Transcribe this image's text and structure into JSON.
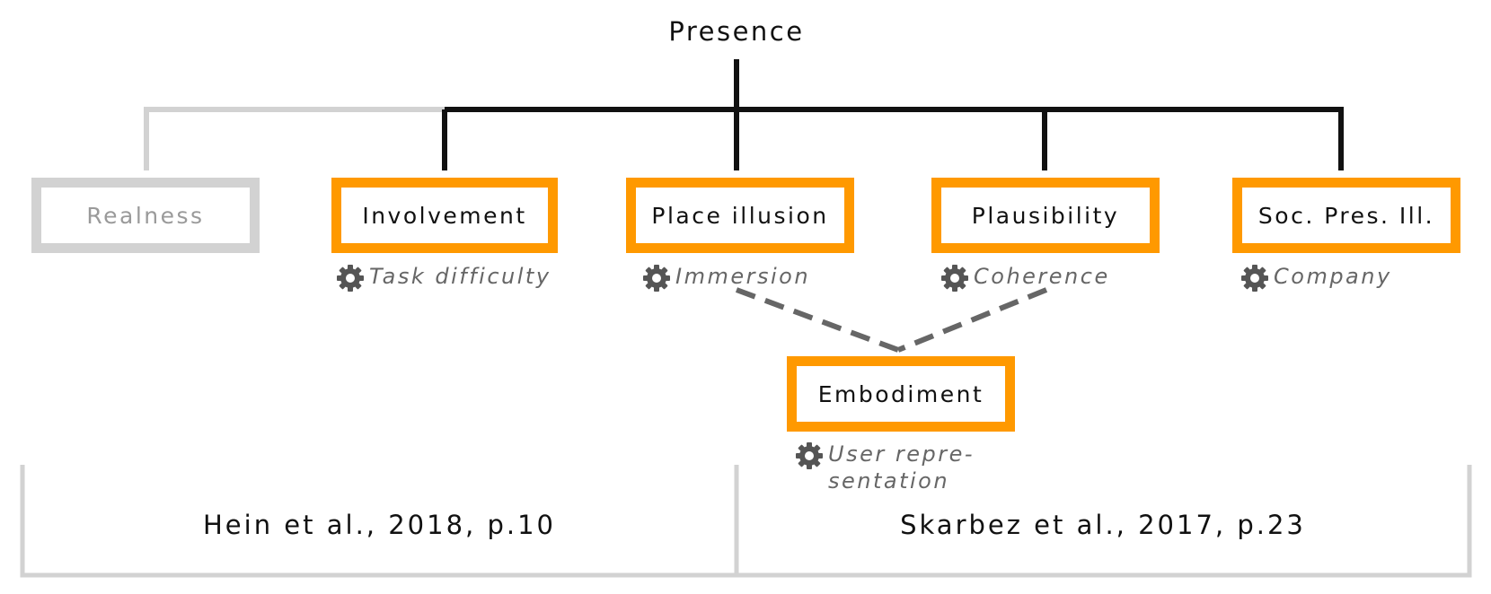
{
  "title": "Presence",
  "nodes": {
    "realness": "Realness",
    "involvement": "Involvement",
    "place_illusion": "Place illusion",
    "plausibility": "Plausibility",
    "social_presence": "Soc. Pres. Ill.",
    "embodiment": "Embodiment"
  },
  "factors": {
    "task_difficulty": "Task difficulty",
    "immersion": "Immersion",
    "coherence": "Coherence",
    "company": "Company",
    "user_representation_1": "User repre-",
    "user_representation_2": "sentation"
  },
  "references": {
    "left": "Hein et al., 2018, p.10",
    "right": "Skarbez et al., 2017, p.23"
  },
  "colors": {
    "accent": "#ff9900",
    "muted": "#d2d2d2",
    "line": "#111111",
    "dashed": "#666666"
  },
  "icons": {
    "factor": "gear-icon"
  }
}
